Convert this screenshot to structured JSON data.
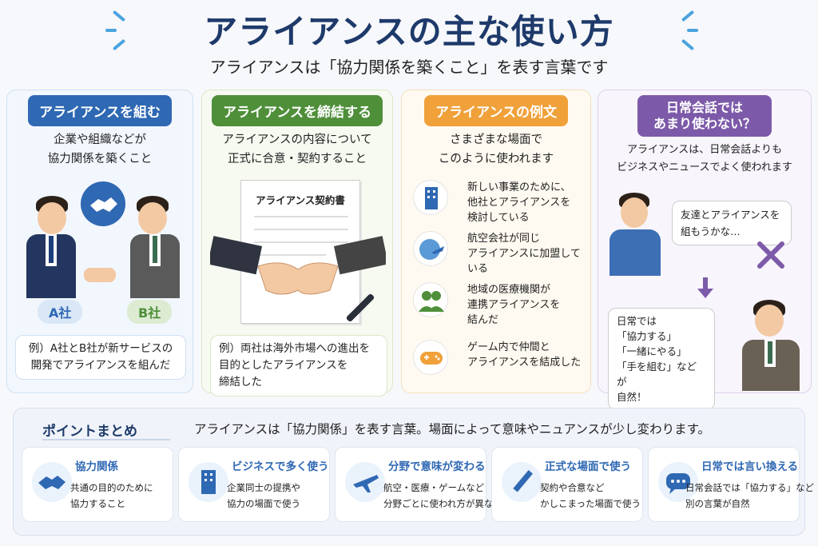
{
  "header": {
    "title": "アライアンスの主な使い方",
    "subtitle": "アライアンスは「協力関係を築くこと」を表す言葉です"
  },
  "cards": [
    {
      "heading": "アライアンスを組む",
      "desc_lines": [
        "企業や組織などが",
        "協力関係を築くこと"
      ],
      "company_a": "A社",
      "company_b": "B社",
      "example_lines": [
        "例）A社とB社が新サービスの",
        "開発でアライアンスを組んだ"
      ]
    },
    {
      "heading": "アライアンスを締結する",
      "desc_lines": [
        "アライアンスの内容について",
        "正式に合意・契約すること"
      ],
      "document_title": "アライアンス契約書",
      "example_lines": [
        "例）両社は海外市場への進出を",
        "目的としたアライアンスを",
        "締結した"
      ]
    },
    {
      "heading": "アライアンスの例文",
      "desc_lines": [
        "さまざまな場面で",
        "このように使われます"
      ],
      "examples": [
        {
          "icon": "building-icon",
          "lines": [
            "新しい事業のために、",
            "他社とアライアンスを",
            "検討している"
          ]
        },
        {
          "icon": "globe-plane-icon",
          "lines": [
            "航空会社が同じ",
            "アライアンスに加盟して",
            "いる"
          ]
        },
        {
          "icon": "people-icon",
          "lines": [
            "地域の医療機関が",
            "連携アライアンスを",
            "結んだ"
          ]
        },
        {
          "icon": "gamepad-icon",
          "lines": [
            "ゲーム内で仲間と",
            "アライアンスを結成した"
          ]
        }
      ]
    },
    {
      "heading_lines": [
        "日常会話では",
        "あまり使わない？"
      ],
      "desc_lines": [
        "アライアンスは、日常会話よりも",
        "ビジネスやニュースでよく使われます"
      ],
      "wrong_lines": [
        "友達とアライアンスを",
        "組もうかな…"
      ],
      "right_lines": [
        "日常では",
        "「協力する」",
        "「一緒にやる」",
        "「手を組む」などが",
        "自然！"
      ]
    }
  ],
  "summary": {
    "title": "ポイントまとめ",
    "text": "アライアンスは「協力関係」を表す言葉。場面によって意味やニュアンスが少し変わります。",
    "points": [
      {
        "icon": "handshake-icon",
        "title": "協力関係",
        "lines": [
          "共通の目的のために",
          "協力すること"
        ]
      },
      {
        "icon": "building-icon",
        "title": "ビジネスで多く使う",
        "lines": [
          "企業同士の提携や",
          "協力の場面で使う"
        ]
      },
      {
        "icon": "airplane-icon",
        "title": "分野で意味が変わる",
        "lines": [
          "航空・医療・ゲームなど",
          "分野ごとに使われ方が異なる"
        ]
      },
      {
        "icon": "pen-icon",
        "title": "正式な場面で使う",
        "lines": [
          "契約や合意など",
          "かしこまった場面で使う"
        ]
      },
      {
        "icon": "chat-icon",
        "title": "日常では言い換える",
        "lines": [
          "日常会話では「協力する」など",
          "別の言葉が自然"
        ]
      }
    ]
  },
  "colors": {
    "navy": "#1e3a6b",
    "blue": "#2f68b3",
    "green": "#4f8f3a",
    "orange": "#f0a13a",
    "purple": "#7d5aa9"
  }
}
